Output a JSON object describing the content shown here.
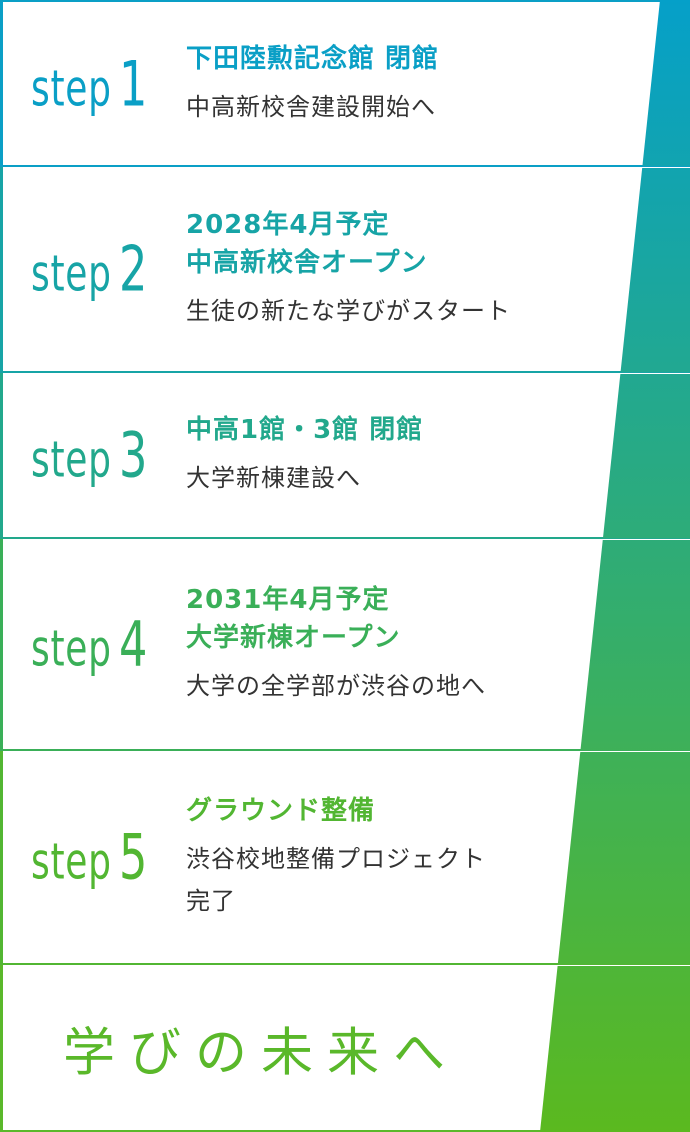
{
  "steps": [
    {
      "label": "step",
      "num": "1",
      "title": "下田陸勲記念館 閉館",
      "desc": "中高新校舎建設開始へ",
      "color": "#0a9fc6"
    },
    {
      "label": "step",
      "num": "2",
      "title": "2028年4月予定\n中高新校舎オープン",
      "desc": "生徒の新たな学びがスタート",
      "color": "#17a4a6"
    },
    {
      "label": "step",
      "num": "3",
      "title": "中高1館・3館 閉館",
      "desc": "大学新棟建設へ",
      "color": "#22a88c"
    },
    {
      "label": "step",
      "num": "4",
      "title": "2031年4月予定\n大学新棟オープン",
      "desc": "大学の全学部が渋谷の地へ",
      "color": "#3aaf58"
    },
    {
      "label": "step",
      "num": "5",
      "title": "グラウンド整備",
      "desc": "渋谷校地整備プロジェクト\n完了",
      "color": "#52b632"
    }
  ],
  "final": {
    "text": "学びの未来へ",
    "color": "#5ab82a"
  },
  "gradient": {
    "top": "#05a0c9",
    "bottom": "#5bb91f"
  }
}
